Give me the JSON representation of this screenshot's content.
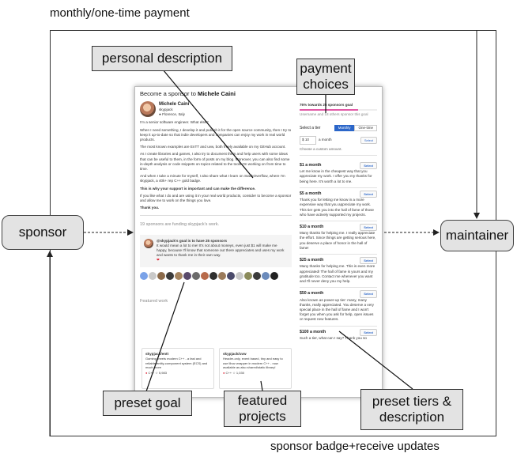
{
  "captions": {
    "top": "monthly/one-time payment",
    "bottom": "sponsor badge+receive updates"
  },
  "actors": {
    "sponsor": "sponsor",
    "maintainer": "maintainer"
  },
  "callouts": {
    "personal_description": "personal description",
    "payment_choices": "payment choices",
    "preset_goal": "preset goal",
    "featured_projects": "featured projects",
    "preset_tiers": "preset tiers & description"
  },
  "screenshot": {
    "title_prefix": "Become a sponsor to",
    "title_name": "Michele Caini",
    "profile_name": "Michele Caini",
    "profile_handle": "skypjack",
    "profile_location": "Florence, Italy",
    "bio": [
      "I'm a senior software engineer. What else?",
      "When I need something, I develop it and publish it for the open source community, then I try to keep it up-to-date so that indie developers and companies can enjoy my work in real world products.",
      "The most known examples are EnTT and uvw, both freely available on my GitHub account.",
      "As I create libraries and games, I also try to document them and help users with some ideas that can be useful to them, in the form of posts on my blog. Moreover, you can also find some in-depth analysis or code snippets on topics related to the tools I'm working on from time to time.",
      "And when I take a minute for myself, I also share what I learn on StackOverflow, where I'm skypjack, a 40k+ rep C++ gold badge.",
      "This is why your support is important and can make the difference.",
      "If you like what I do and are using it in your real world products, consider to become a sponsor and allow me to work on the things you love.",
      "Thank you."
    ],
    "funding_line": "19 sponsors are funding skypjack's work.",
    "goal_author": "@skypjack's goal is to have 25 sponsors",
    "goal_text": "It would mean a lot to me! It's not about moneys, even just $1 will make me happy, because I'll know that someone out there appreciates and uses my work and wants to thank me in their own way.",
    "featured_label": "Featured work",
    "featured": [
      {
        "name": "skypjack/entt",
        "desc": "Gaming meets modern C++ - a fast and reliable entity-component system (ECS) and much more",
        "lang": "C++",
        "stars": "5,983"
      },
      {
        "name": "skypjack/uvw",
        "desc": "Header-only, event based, tiny and easy to use libuv wrapper in modern C++ - now available as also shared/static library!",
        "lang": "C++",
        "stars": "1,030"
      }
    ],
    "goal_progress_label": "76% towards 25 sponsors goal",
    "goal_progress": 0.76,
    "goal_sub": "Username and 18 others sponsor this goal",
    "select_tier": "Select a tier",
    "tabs": [
      "Monthly",
      "One-time"
    ],
    "custom_amount": "$ 10",
    "custom_suffix": "a month",
    "select_label": "Select",
    "choose_custom": "Choose a custom amount.",
    "tiers": [
      {
        "price": "$1 a month",
        "desc": "Let me know in the cheapest way that you appreciate my work. I offer you my thanks for being here. It's worth a lot to me."
      },
      {
        "price": "$5 a month",
        "desc": "Thank you for letting me know in a more expensive way that you appreciate my work. This tier gets you into the hall of fame of those who have actively supported my projects."
      },
      {
        "price": "$10 a month",
        "desc": "Many thanks for helping me. I really appreciate the effort. Since things are getting serious here, you deserve a place of honor in the hall of fame!"
      },
      {
        "price": "$25 a month",
        "desc": "Many thanks for helping me. This is even more appreciated! The hall of fame is yours and my gratitude too. Contact me whenever you want and I'll never deny you my help."
      },
      {
        "price": "$50 a month",
        "desc": "Also known as power-up tier: many, many thanks, really appreciated. You deserve a very special place in the hall of fame and I won't forget you when you ask for help, open issues or request new features."
      },
      {
        "price": "$100 a month",
        "desc": "Such a tier, what can I say? Thank you so"
      }
    ]
  }
}
